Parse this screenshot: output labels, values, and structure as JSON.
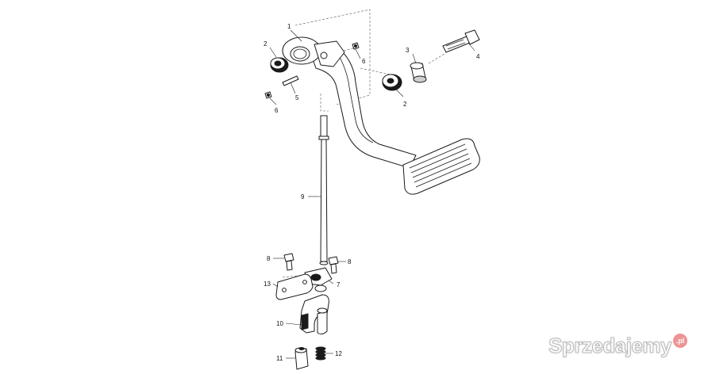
{
  "callouts": {
    "c1": "1",
    "c2a": "2",
    "c2b": "2",
    "c3": "3",
    "c4": "4",
    "c5": "5",
    "c6a": "6",
    "c6b": "6",
    "c7": "7",
    "c8a": "8",
    "c8b": "8",
    "c9": "9",
    "c10": "10",
    "c11": "11",
    "c12": "12",
    "c13": "13"
  },
  "watermark": {
    "text": "Sprzedajemy",
    "badge": ".pl"
  }
}
